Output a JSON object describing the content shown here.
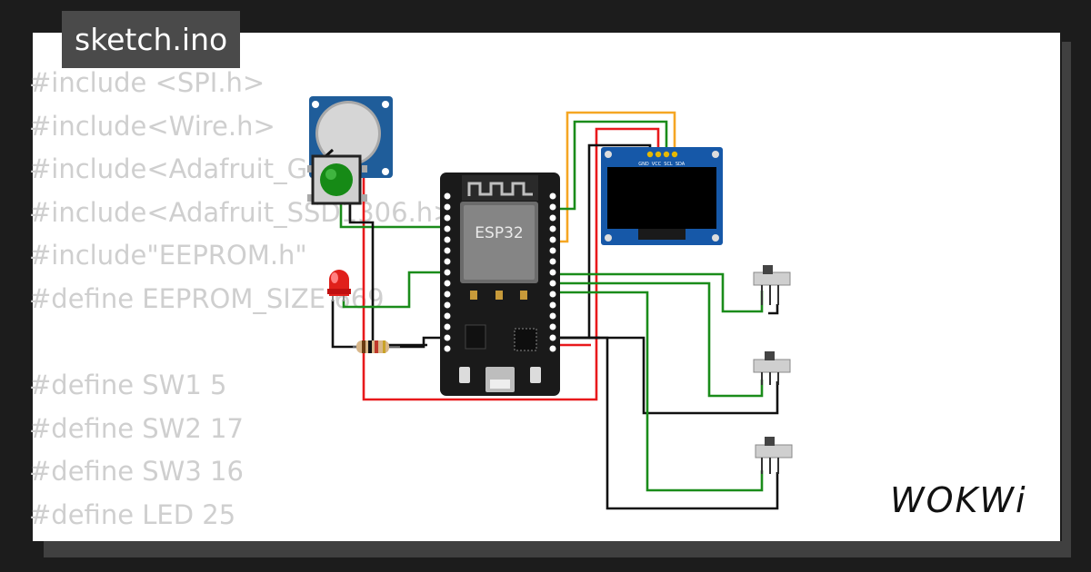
{
  "title": "sketch.ino",
  "code_lines": [
    "#include <SPI.h>",
    "#include<Wire.h>",
    "#include<Adafruit_GFX.h>",
    "#include<Adafruit_SSD1306.h>",
    "#include\"EEPROM.h\"",
    "#define EEPROM_SIZE 669",
    "",
    "#define SW1 5",
    "#define SW2 17",
    "#define SW3 16",
    "#define LED 25"
  ],
  "esp32_label": "ESP32",
  "oled_pins": [
    "GND",
    "VCC",
    "SCL",
    "SDA"
  ],
  "logo_text": "WOKWi",
  "colors": {
    "background": "#1c1c1c",
    "card": "#ffffff",
    "code_text": "#cfcfcf",
    "title_bg": "#4a4a4a",
    "wire_red": "#e8191c",
    "wire_green": "#1a8c1a",
    "wire_orange": "#f5a623",
    "wire_black": "#111111",
    "pcb_black": "#1a1a1a",
    "oled_blue": "#1658a8",
    "pot_blue": "#1f5d9a",
    "button_green": "#168a16",
    "led_red": "#e0201b"
  }
}
